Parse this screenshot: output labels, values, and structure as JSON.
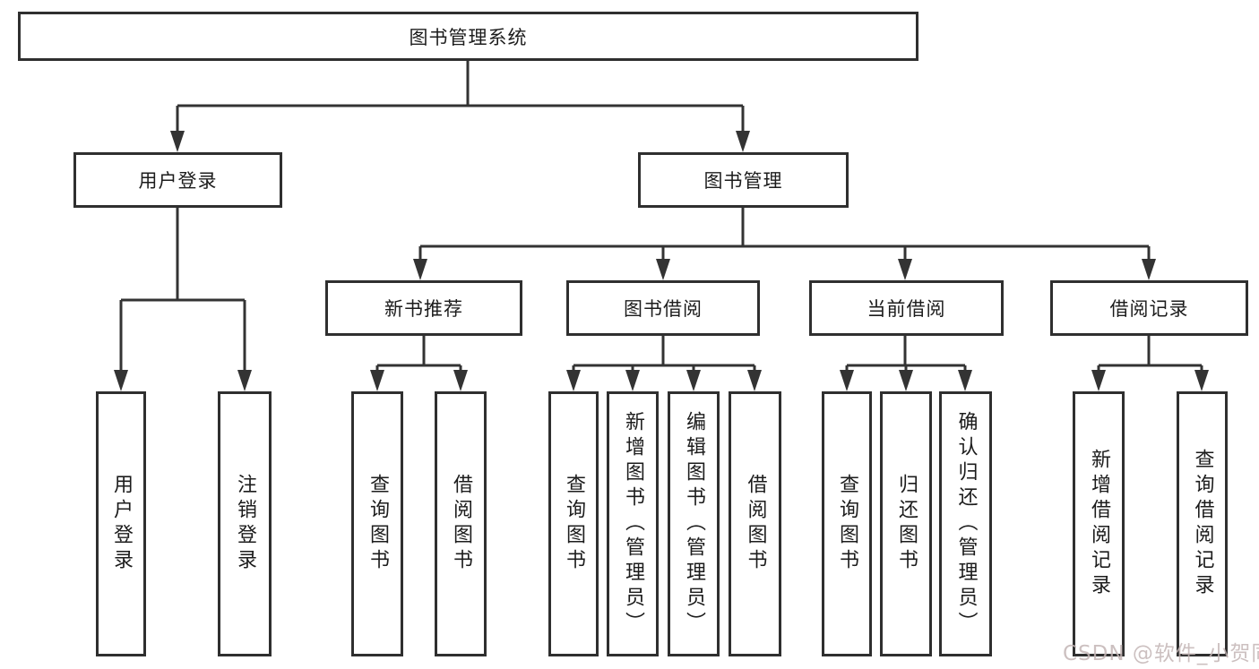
{
  "tree": {
    "label": "图书管理系统",
    "children": [
      {
        "label": "用户登录",
        "children": [
          {
            "label": "用户登录"
          },
          {
            "label": "注销登录"
          }
        ]
      },
      {
        "label": "图书管理",
        "children": [
          {
            "label": "新书推荐",
            "children": [
              {
                "label": "查询图书"
              },
              {
                "label": "借阅图书"
              }
            ]
          },
          {
            "label": "图书借阅",
            "children": [
              {
                "label": "查询图书"
              },
              {
                "label": "新增图书（管理员）"
              },
              {
                "label": "编辑图书（管理员）"
              },
              {
                "label": "借阅图书"
              }
            ]
          },
          {
            "label": "当前借阅",
            "children": [
              {
                "label": "查询图书"
              },
              {
                "label": "归还图书"
              },
              {
                "label": "确认归还（管理员）"
              }
            ]
          },
          {
            "label": "借阅记录",
            "children": [
              {
                "label": "新增借阅记录"
              },
              {
                "label": "查询借阅记录"
              }
            ]
          }
        ]
      }
    ]
  },
  "watermark": {
    "text": "CSDN @软件_小贺同学"
  },
  "colors": {
    "line": "#333333",
    "box_border": "#2f2f2f",
    "text": "#1c1c1c",
    "watermark": "#c4b6b6",
    "background": "#ffffff"
  }
}
